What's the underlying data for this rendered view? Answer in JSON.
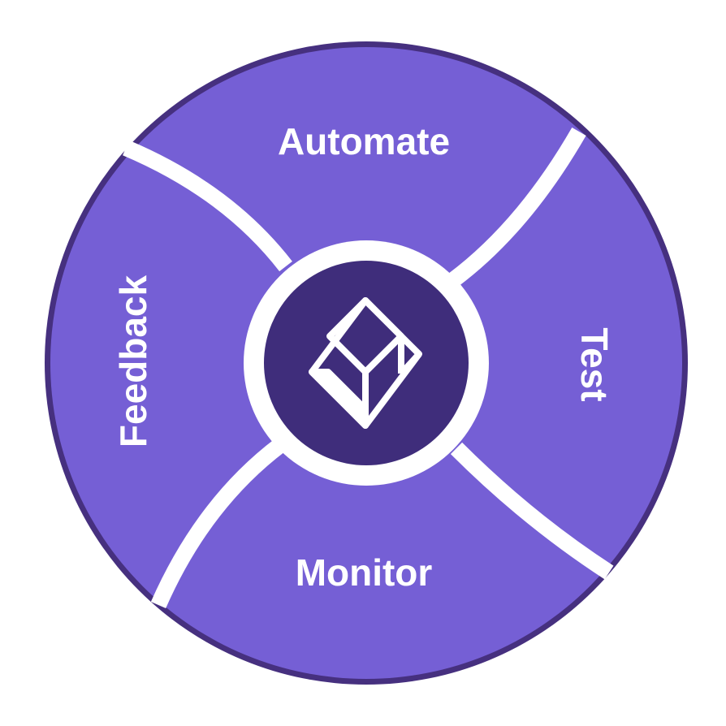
{
  "cycle": {
    "segments": [
      {
        "label": "Automate"
      },
      {
        "label": "Test"
      },
      {
        "label": "Monitor"
      },
      {
        "label": "Feedback"
      }
    ],
    "center_icon": "cube-logo-icon"
  },
  "colors": {
    "ring_outline": "#46307F",
    "segment_fill": "#755FD5",
    "hub_fill": "#3F2D7B",
    "divider": "#ffffff",
    "text": "#ffffff"
  }
}
